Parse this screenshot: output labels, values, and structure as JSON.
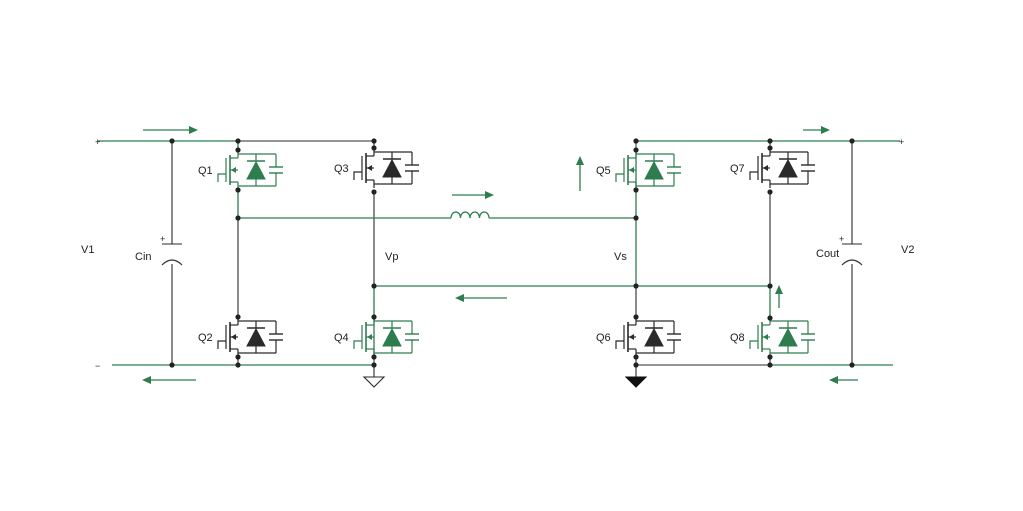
{
  "colors": {
    "active": "#2e7d4f",
    "passive": "#2a2a2a"
  },
  "diagram": {
    "type": "dual-active-bridge-converter-schematic",
    "labels": {
      "v1": "V1",
      "v2": "V2",
      "cin": "Cin",
      "cout": "Cout",
      "vp": "Vp",
      "vs": "Vs",
      "plus": "+",
      "minus": "−"
    },
    "switches": [
      {
        "id": "Q1",
        "state": "active"
      },
      {
        "id": "Q2",
        "state": "off"
      },
      {
        "id": "Q3",
        "state": "off"
      },
      {
        "id": "Q4",
        "state": "active"
      },
      {
        "id": "Q5",
        "state": "active"
      },
      {
        "id": "Q6",
        "state": "off"
      },
      {
        "id": "Q7",
        "state": "off"
      },
      {
        "id": "Q8",
        "state": "active"
      }
    ]
  }
}
